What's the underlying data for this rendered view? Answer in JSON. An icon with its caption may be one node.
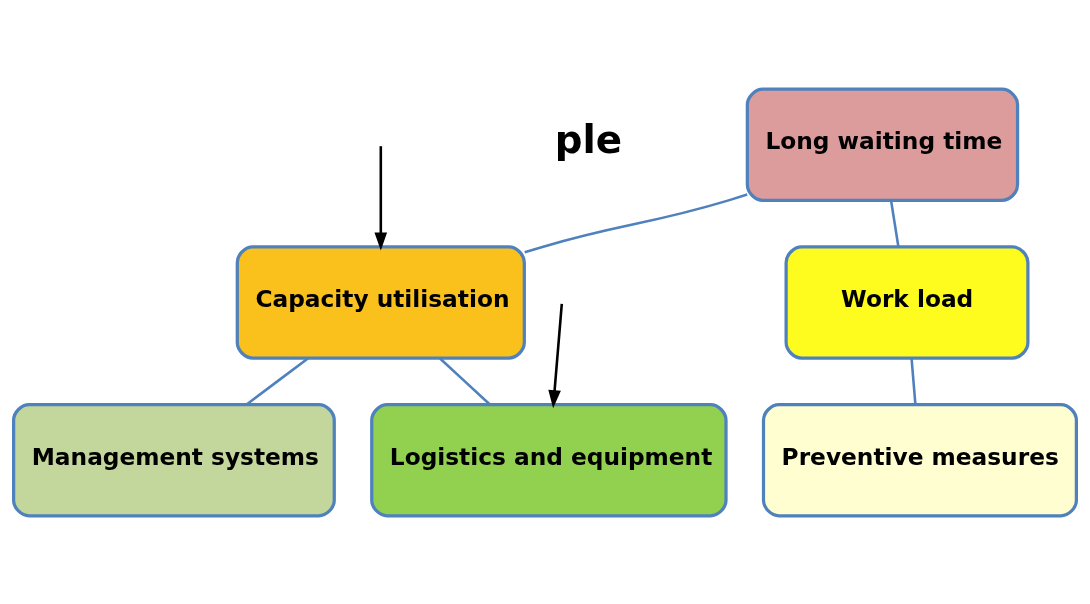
{
  "diagram": {
    "nodes": [
      {
        "text": [
          "Long waiting time"
        ]
      },
      {
        "text": [
          "Capacity utilisation"
        ]
      },
      {
        "text": [
          "Work load"
        ]
      },
      {
        "text": [
          "Logistics and equipment"
        ]
      },
      {
        "text": [
          "Management systems"
        ]
      },
      {
        "text": [
          "Preventive measures"
        ]
      }
    ],
    "edges": [
      {
        "from": 0,
        "to": 1,
        "arrow": "none"
      },
      {
        "from": 0,
        "to": 2,
        "arrow": "none"
      },
      {
        "from": 1,
        "to": 3,
        "arrow": "none"
      },
      {
        "from": 1,
        "to": 4,
        "arrow": "none"
      },
      {
        "from": 2,
        "to": 5,
        "arrow": "none"
      },
      {
        "from": null,
        "to": 1,
        "arrow": "to",
        "color": "#000000"
      },
      {
        "from": null,
        "to": 3,
        "arrow": "to",
        "color": "#000000"
      }
    ],
    "labels": [
      "ple"
    ]
  }
}
